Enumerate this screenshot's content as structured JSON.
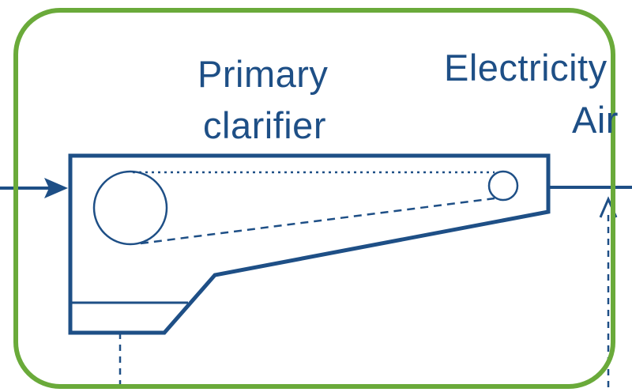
{
  "diagram": {
    "primary_clarifier_label_line1": "Primary",
    "primary_clarifier_label_line2": "clarifier",
    "electricity_label": "Electricity",
    "air_label": "Air"
  },
  "colors": {
    "line": "#1e4f86",
    "highlight_box": "#6aaa3a",
    "background": "#ffffff"
  }
}
